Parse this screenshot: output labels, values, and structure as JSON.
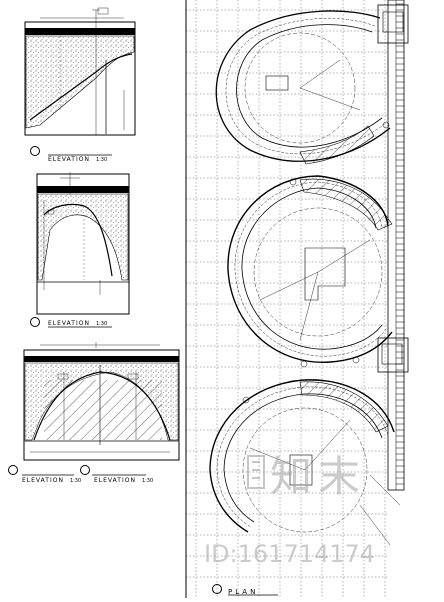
{
  "drawing": {
    "elevation_views": [
      {
        "caption": "ELEVATION",
        "scale": "1:30"
      },
      {
        "caption": "ELEVATION",
        "scale": "1:30"
      },
      {
        "caption": "ELEVATION",
        "scale": "1:30"
      },
      {
        "caption": "ELEVATION",
        "scale": "1:30"
      }
    ],
    "plan_view": {
      "caption": "PLAN"
    },
    "colors": {
      "line": "#000000",
      "watermark": "#a0a0a0",
      "background": "#ffffff"
    }
  },
  "watermark": {
    "brand": "知末",
    "id_text": "ID:161714174"
  }
}
